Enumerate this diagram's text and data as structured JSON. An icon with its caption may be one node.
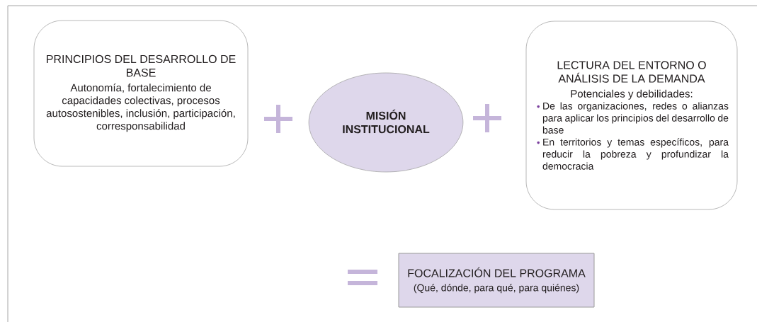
{
  "diagram": {
    "nodes": [
      {
        "text": [
          "PRINCIPIOS DEL DESARROLLO DE BASE",
          "Autonomía, fortalecimiento de capacidades colectivas, procesos autosostenibles, inclusión, participación, corresponsabilidad"
        ]
      },
      {
        "text": [
          "MISIÓN INSTITUCIONAL"
        ]
      },
      {
        "text": [
          "LECTURA DEL ENTORNO O ANÁLISIS DE LA DEMANDA",
          "Potenciales y debilidades:",
          "De las organizaciones, redes o alianzas para aplicar los principios del desarrollo de base",
          "En territorios y temas específicos, para reducir la pobreza y profundizar la democracia"
        ]
      },
      {
        "text": [
          "FOCALIZACIÓN DEL PROGRAMA",
          "(Qué, dónde, para qué, para quiénes)"
        ]
      }
    ]
  }
}
